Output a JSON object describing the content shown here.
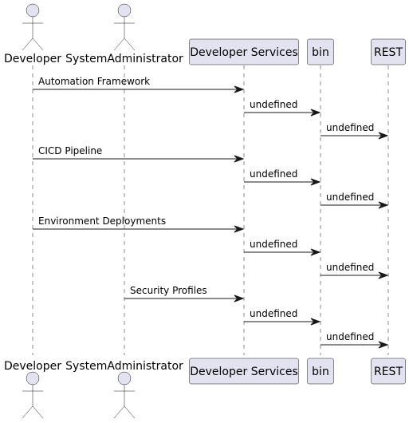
{
  "participants": [
    {
      "id": "developer",
      "kind": "actor",
      "label": "Developer"
    },
    {
      "id": "sysadmin",
      "kind": "actor",
      "label": "SystemAdministrator"
    },
    {
      "id": "devservices",
      "kind": "box",
      "label": "Developer Services"
    },
    {
      "id": "bin",
      "kind": "box",
      "label": "bin"
    },
    {
      "id": "rest",
      "kind": "box",
      "label": "REST"
    }
  ],
  "messages": [
    {
      "from": "developer",
      "to": "devservices",
      "label": "Automation Framework"
    },
    {
      "from": "devservices",
      "to": "bin",
      "label": "undefined"
    },
    {
      "from": "bin",
      "to": "rest",
      "label": "undefined"
    },
    {
      "from": "developer",
      "to": "devservices",
      "label": "CICD Pipeline"
    },
    {
      "from": "devservices",
      "to": "bin",
      "label": "undefined"
    },
    {
      "from": "bin",
      "to": "rest",
      "label": "undefined"
    },
    {
      "from": "developer",
      "to": "devservices",
      "label": "Environment Deployments"
    },
    {
      "from": "devservices",
      "to": "bin",
      "label": "undefined"
    },
    {
      "from": "bin",
      "to": "rest",
      "label": "undefined"
    },
    {
      "from": "sysadmin",
      "to": "devservices",
      "label": "Security Profiles"
    },
    {
      "from": "devservices",
      "to": "bin",
      "label": "undefined"
    },
    {
      "from": "bin",
      "to": "rest",
      "label": "undefined"
    }
  ],
  "colors": {
    "participant_fill": "#e2e2f0",
    "participant_stroke": "#181818",
    "lifeline": "#181818",
    "arrow": "#181818"
  }
}
